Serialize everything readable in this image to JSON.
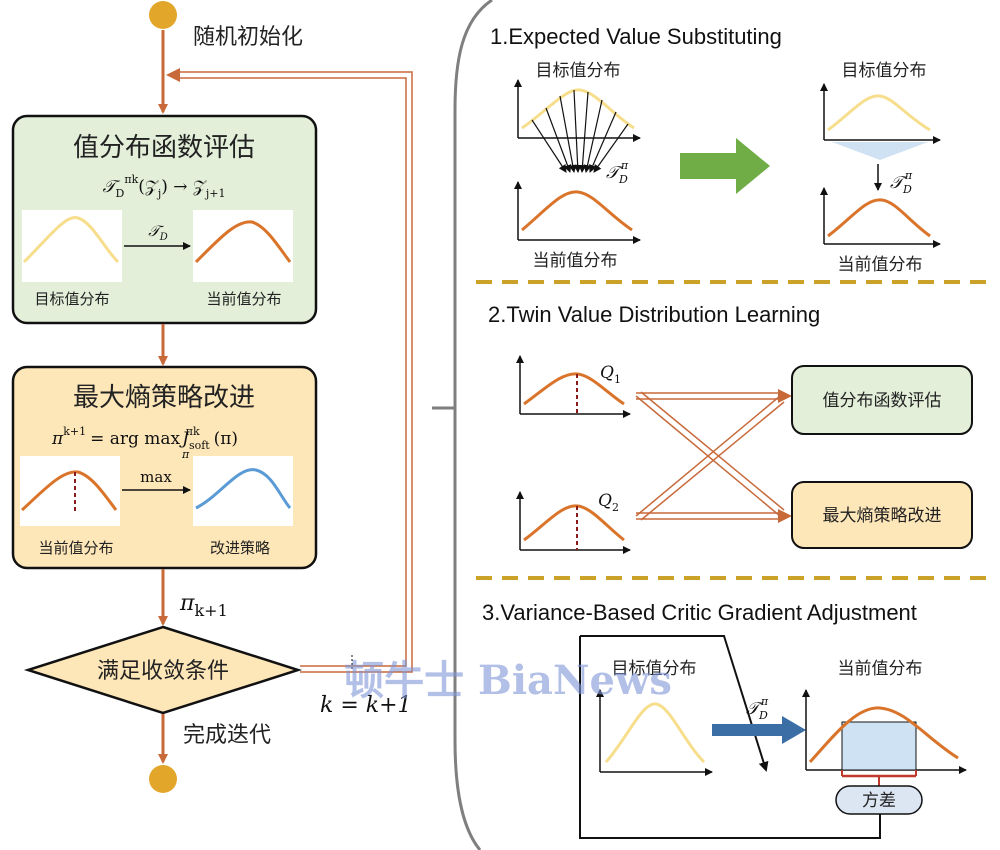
{
  "colors": {
    "orange": "#d9742a",
    "flow": "#c8693a",
    "yellow": "#f6de8c",
    "blue": "#5b9bd5",
    "green_fill": "#e3efd9",
    "cream_fill": "#fde6b8",
    "gold_divider": "#c9a227",
    "big_arrow_green": "#70ad47",
    "big_arrow_blue": "#3a6ea5",
    "variance_bar": "#c0392b"
  },
  "flowchart": {
    "start_label": "随机初始化",
    "box1": {
      "title": "值分布函数评估",
      "formula_T": "𝒯",
      "formula_sub": "D",
      "formula_sup": "πk",
      "formula_mid": "(𝒵",
      "formula_j": "j",
      "formula_end": ") → 𝒵",
      "formula_j1": "j+1",
      "arrow_op": "𝒯",
      "left_label": "目标值分布",
      "right_label": "当前值分布"
    },
    "box2": {
      "title": "最大熵策略改进",
      "formula_lhs": "π",
      "formula_lhs_sup": "k+1",
      "formula_rhs": "= arg max",
      "formula_under": "π",
      "formula_J": "J",
      "formula_J_sub": "soft",
      "formula_J_sup": "πk",
      "formula_tail": "(π)",
      "arrow_op": "max",
      "left_label": "当前值分布",
      "right_label": "改进策略"
    },
    "pi_label": "π",
    "pi_sub": "k+1",
    "diamond_label": "满足收敛条件",
    "loop_label": "k = k+1",
    "done_label": "完成迭代"
  },
  "panel1": {
    "title": "1.Expected Value Substituting",
    "left_top_label": "目标值分布",
    "left_bottom_label": "当前值分布",
    "right_top_label": "目标值分布",
    "right_bottom_label": "当前值分布",
    "operator": "𝒯",
    "operator_sub": "D",
    "operator_sup": "π"
  },
  "panel2": {
    "title": "2.Twin Value Distribution Learning",
    "q1": "Q",
    "q1_sub": "1",
    "q2": "Q",
    "q2_sub": "2",
    "box_top": "值分布函数评估",
    "box_bottom": "最大熵策略改进"
  },
  "panel3": {
    "title": "3.Variance-Based Critic Gradient Adjustment",
    "left_label": "目标值分布",
    "right_label": "当前值分布",
    "operator": "𝒯",
    "operator_sub": "D",
    "operator_sup": "π",
    "variance_label": "方差"
  },
  "watermark": "顿牛士 BiaNews"
}
